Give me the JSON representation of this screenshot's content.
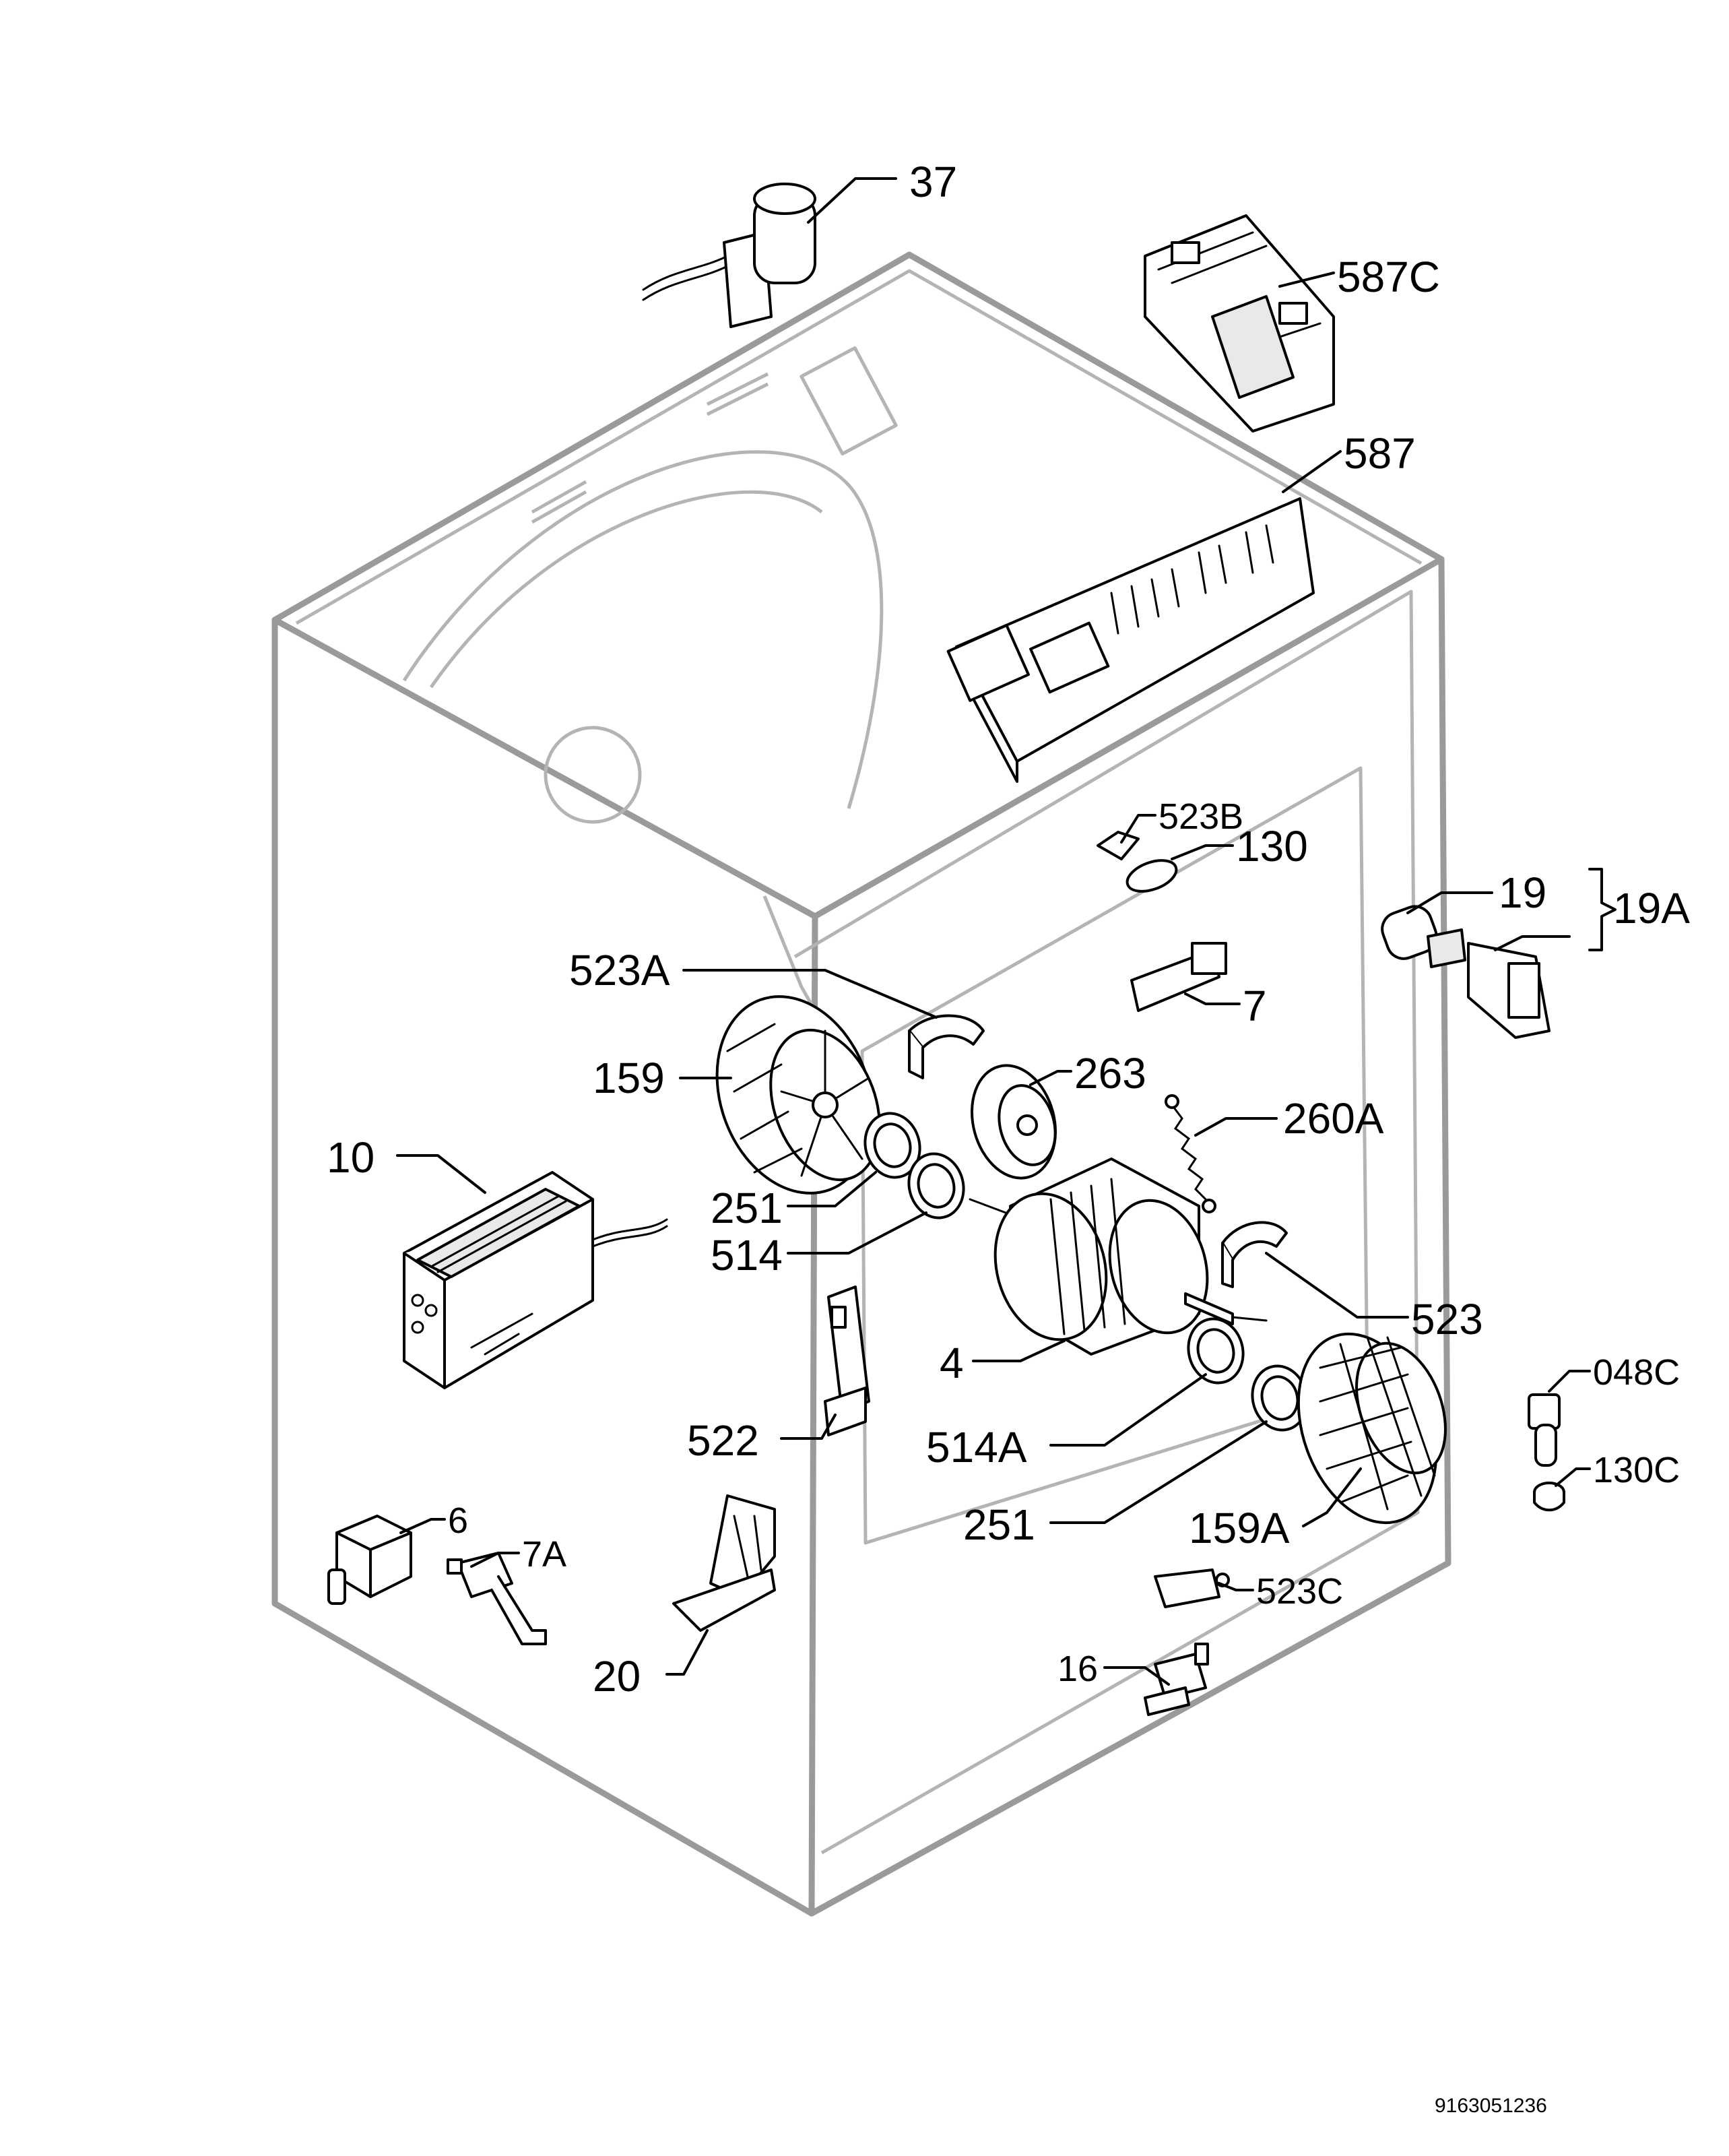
{
  "labels": {
    "p37": "37",
    "p587C": "587C",
    "p587": "587",
    "p523B": "523B",
    "p130": "130",
    "p19": "19",
    "p19A": "19A",
    "p523A": "523A",
    "p7": "7",
    "p159": "159",
    "p263": "263",
    "p260A": "260A",
    "p10": "10",
    "p251a": "251",
    "p514": "514",
    "p523": "523",
    "p4": "4",
    "p048C": "048C",
    "p522": "522",
    "p514A": "514A",
    "p130C": "130C",
    "p6": "6",
    "p7A": "7A",
    "p251b": "251",
    "p159A": "159A",
    "p523C": "523C",
    "p20": "20",
    "p16": "16"
  },
  "document_number": "9163051236"
}
